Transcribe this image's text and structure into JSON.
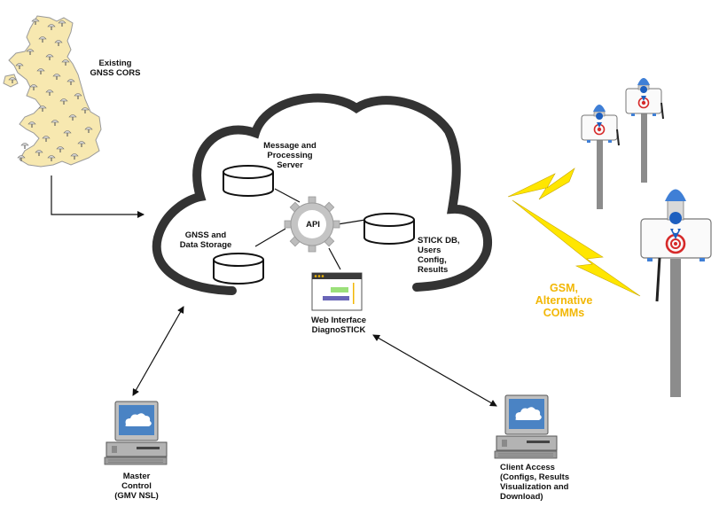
{
  "labels": {
    "existing_cors": "Existing\nGNSS CORS",
    "message_server": "Message and\nProcessing\nServer",
    "gnss_storage": "GNSS and\nData Storage",
    "api": "API",
    "stick_db": "STICK DB,\nUsers\nConfig,\nResults",
    "web_interface": "Web Interface\nDiagnoSTICK",
    "gsm": "GSM,\nAlternative\nCOMMs",
    "master_control": "Master\nControl\n(GMV NSL)",
    "client_access": "Client Access\n(Configs, Results\nVisualization and\nDownload)"
  },
  "icons": {
    "map": "uk-map-icon",
    "database": "database-icon",
    "gear": "gear-icon",
    "computer": "computer-icon",
    "stick": "stick-sensor-icon",
    "lightning": "lightning-icon"
  },
  "colors": {
    "map_fill": "#f7e8b0",
    "cloud_outline": "#333333",
    "gsm_text": "#f2b705",
    "lightning": "#ffe600",
    "sensor_dome": "#3f7fd6",
    "sensor_target": "#d62a2a",
    "pole": "#8c8c8c"
  }
}
